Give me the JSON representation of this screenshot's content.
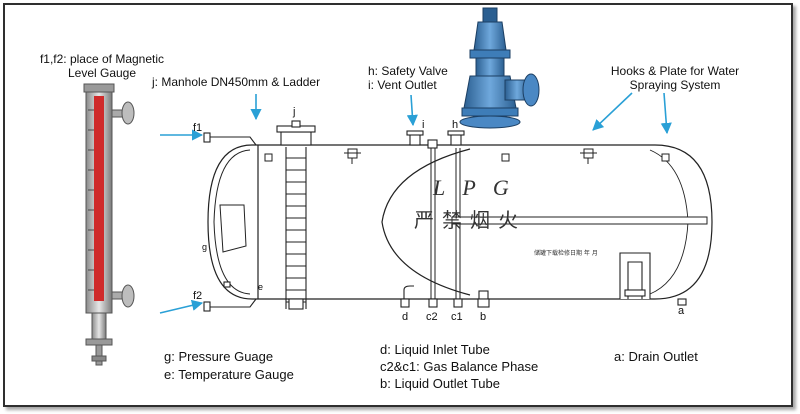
{
  "labels": {
    "f1f2_line1": "f1,f2: place of Magnetic",
    "f1f2_line2": "Level Gauge",
    "j": "j: Manhole  DN450mm & Ladder",
    "h": "h: Safety Valve",
    "i": "i: Vent Outlet",
    "hooks_line1": "Hooks & Plate for Water",
    "hooks_line2": "Spraying System"
  },
  "connections": {
    "f1": "f1",
    "f2": "f2",
    "j": "j",
    "i": "i",
    "h": "h",
    "g": "g",
    "e": "e",
    "d": "d",
    "c2": "c2",
    "c1": "c1",
    "b": "b",
    "a": "a"
  },
  "tank_text": {
    "lpg": "L P G",
    "warning": "严禁烟火",
    "small": "储罐下载检修日期   年  月"
  },
  "legend": {
    "g": "g:  Pressure Guage",
    "e": "e:  Temperature Gauge",
    "d": "d:  Liquid Inlet Tube",
    "c": "c2&c1:  Gas Balance Phase",
    "b": "b:  Liquid Outlet Tube",
    "a": "a:  Drain Outlet"
  },
  "colors": {
    "arrow": "#2aa0d6",
    "gauge_red": "#cf2a2a",
    "valve_blue": "#3e7db8",
    "line": "#222222"
  }
}
